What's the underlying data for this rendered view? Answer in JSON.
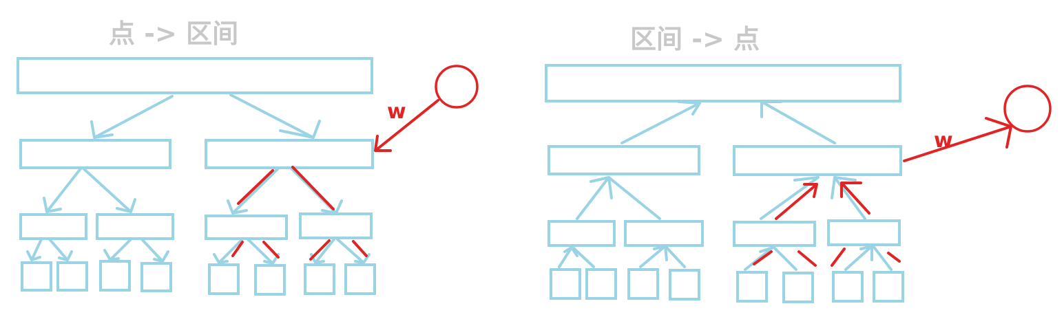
{
  "left_panel": {
    "title": "点 -> 区间",
    "edge_label": "w"
  },
  "right_panel": {
    "title": "区间 -> 点",
    "edge_label": "w"
  },
  "colors": {
    "tree": "#9ad3e3",
    "highlight": "#e02323",
    "title": "#c8c8c8"
  }
}
